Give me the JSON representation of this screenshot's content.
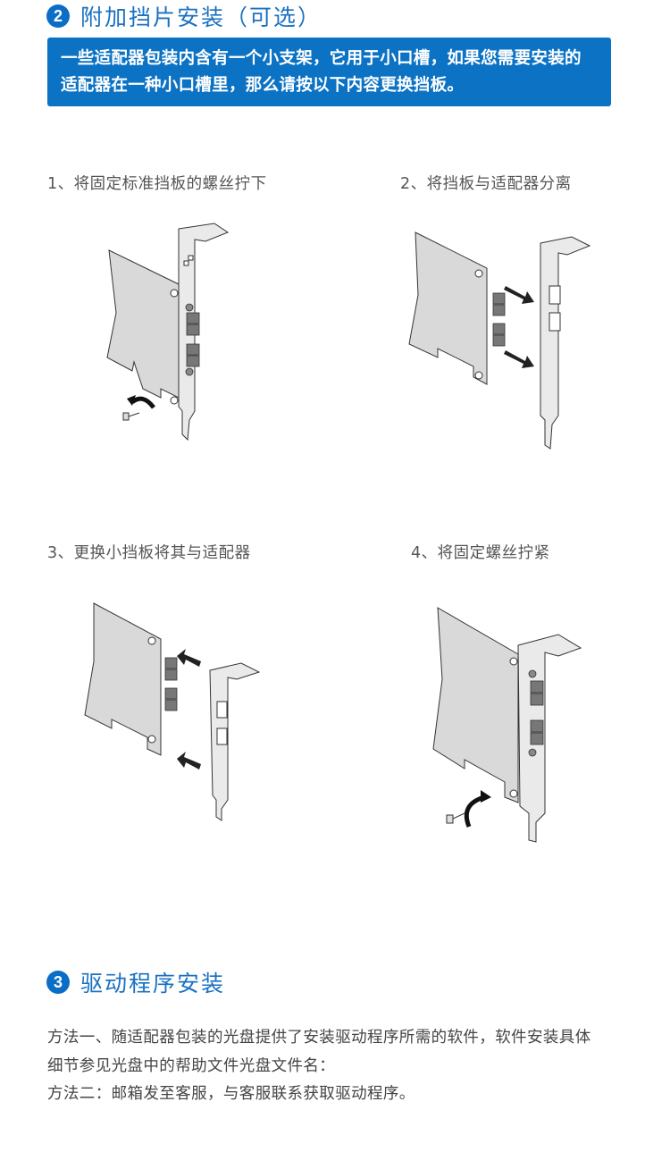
{
  "section2": {
    "number": "2",
    "title": "附加挡片安装（可选）",
    "notice_line1": "一些适配器包装内含有一个小支架，它用于小口槽，如果您需要安装的",
    "notice_line2": "适配器在一种小口槽里，那么请按以下内容更换挡板。",
    "steps": [
      {
        "label": "1、将固定标准挡板的螺丝拧下",
        "illustration": "remove-screw-full-height-bracket"
      },
      {
        "label": "2、将挡板与适配器分离",
        "illustration": "separate-bracket-from-adapter"
      },
      {
        "label": "3、更换小挡板将其与适配器",
        "illustration": "attach-low-profile-bracket"
      },
      {
        "label": "4、将固定螺丝拧紧",
        "illustration": "tighten-screw-low-profile-bracket"
      }
    ]
  },
  "section3": {
    "number": "3",
    "title": "驱动程序安装",
    "paragraph_line1": "方法一、随适配器包装的光盘提供了安装驱动程序所需的软件，软件安装具体",
    "paragraph_line2": "细节参见光盘中的帮助文件光盘文件名：",
    "paragraph_line3": "方法二：邮箱发至客服，与客服联系获取驱动程序。"
  },
  "colors": {
    "accent": "#0b72c4",
    "title": "#1a71c2",
    "text": "#444444"
  }
}
